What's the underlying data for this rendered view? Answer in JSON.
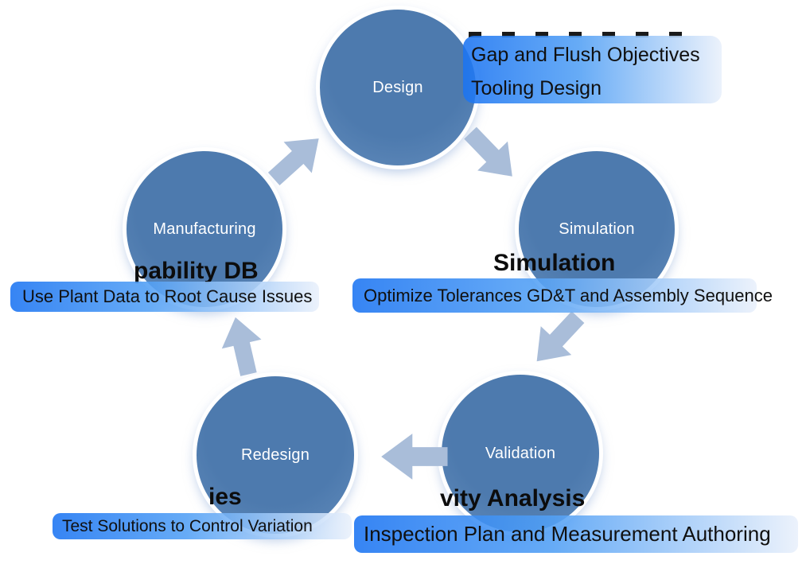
{
  "diagram": {
    "colors": {
      "circle_fill": "#4d7aae",
      "circle_fill_light": "#6a92c0",
      "circle_ring": "#ffffff",
      "arrow_fill": "#a9bdd9",
      "heading_color": "#0c0c0c",
      "box_text_color": "#101010",
      "box_gradient_start": "#1b74f2",
      "box_gradient_mid": "#52a0f5",
      "box_gradient_end": "#e9f0fb"
    },
    "nodes": {
      "design": {
        "label": "Design"
      },
      "simulation": {
        "label": "Simulation"
      },
      "validation": {
        "label": "Validation"
      },
      "redesign": {
        "label": "Redesign"
      },
      "manufacturing": {
        "label": "Manufacturing"
      }
    },
    "callouts": {
      "design": {
        "line1": "Gap and Flush Objectives",
        "line2": "Tooling Design"
      },
      "simulation": {
        "heading": "Simulation",
        "text": "Optimize Tolerances GD&T and Assembly Sequence"
      },
      "validation": {
        "heading": "vity Analysis",
        "text": "Inspection Plan and Measurement Authoring"
      },
      "redesign": {
        "heading": "ies",
        "text": "Test Solutions to Control Variation"
      },
      "manufacturing": {
        "heading": "pability DB",
        "text": "Use Plant Data to Root Cause Issues"
      }
    }
  }
}
